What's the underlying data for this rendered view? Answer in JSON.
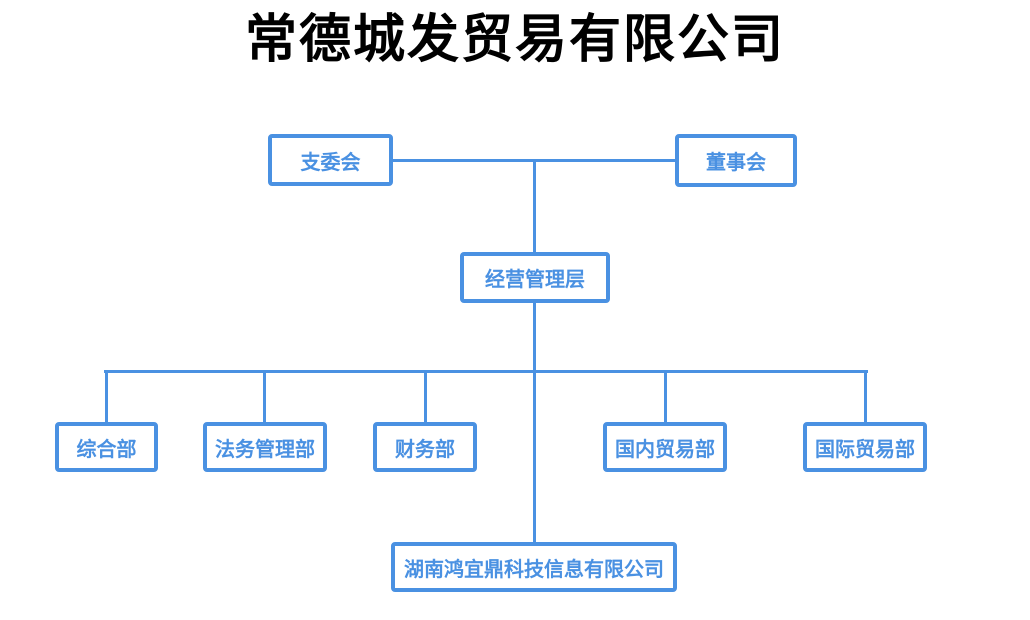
{
  "title": "常德城发贸易有限公司",
  "colors": {
    "accent_blue": "#4a91e2",
    "title_black": "#000000",
    "background": "#ffffff"
  },
  "org_chart": {
    "top_row": [
      {
        "label": "支委会"
      },
      {
        "label": "董事会"
      }
    ],
    "management": {
      "label": "经营管理层"
    },
    "departments": [
      {
        "label": "综合部"
      },
      {
        "label": "法务管理部"
      },
      {
        "label": "财务部"
      },
      {
        "label": "国内贸易部"
      },
      {
        "label": "国际贸易部"
      }
    ],
    "subsidiary": {
      "label": "湖南鸿宜鼎科技信息有限公司"
    }
  }
}
